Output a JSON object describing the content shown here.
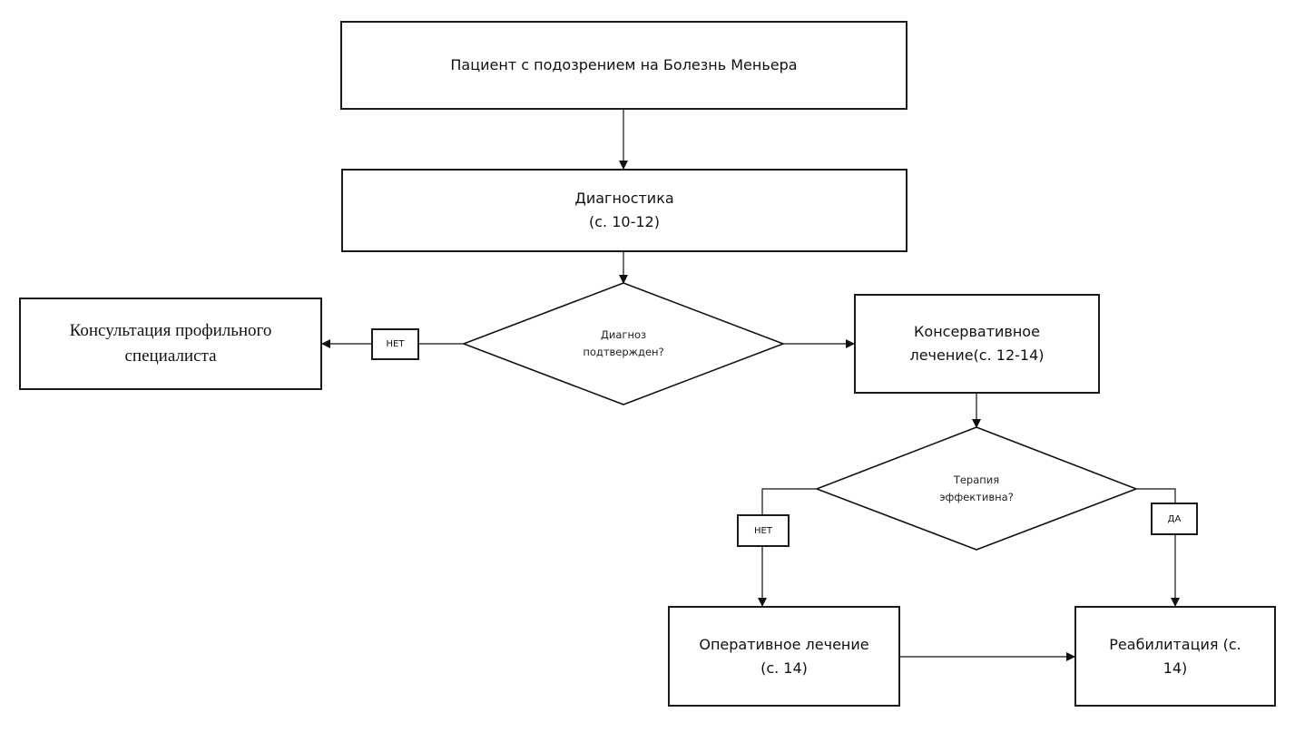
{
  "diagram": {
    "nodes": {
      "start": {
        "text": "Пациент с подозрением на Болезнь Меньера"
      },
      "diagnostics": {
        "line1": "Диагностика",
        "line2": "(с. 10-12)"
      },
      "decision_diagnosis": {
        "line1": "Диагноз",
        "line2": "подтвержден?"
      },
      "consultation": {
        "line1": "Консультация профильного",
        "line2": "специалиста"
      },
      "conservative": {
        "line1": "Консервативное",
        "line2": "лечение(с. 12-14)"
      },
      "decision_therapy": {
        "line1": "Терапия",
        "line2": "эффективна?"
      },
      "surgery": {
        "line1": "Оперативное лечение",
        "line2": "(с. 14)"
      },
      "rehabilitation": {
        "line1": "Реабилитация (с.",
        "line2": "14)"
      }
    },
    "edge_labels": {
      "diagnosis_no": "НЕТ",
      "therapy_no": "НЕТ",
      "therapy_yes": "ДА"
    },
    "edges": [
      {
        "from": "start",
        "to": "diagnostics"
      },
      {
        "from": "diagnostics",
        "to": "decision_diagnosis"
      },
      {
        "from": "decision_diagnosis",
        "to": "consultation",
        "label": "НЕТ"
      },
      {
        "from": "decision_diagnosis",
        "to": "conservative"
      },
      {
        "from": "conservative",
        "to": "decision_therapy"
      },
      {
        "from": "decision_therapy",
        "to": "surgery",
        "label": "НЕТ"
      },
      {
        "from": "decision_therapy",
        "to": "rehabilitation",
        "label": "ДА"
      },
      {
        "from": "surgery",
        "to": "rehabilitation"
      }
    ]
  }
}
